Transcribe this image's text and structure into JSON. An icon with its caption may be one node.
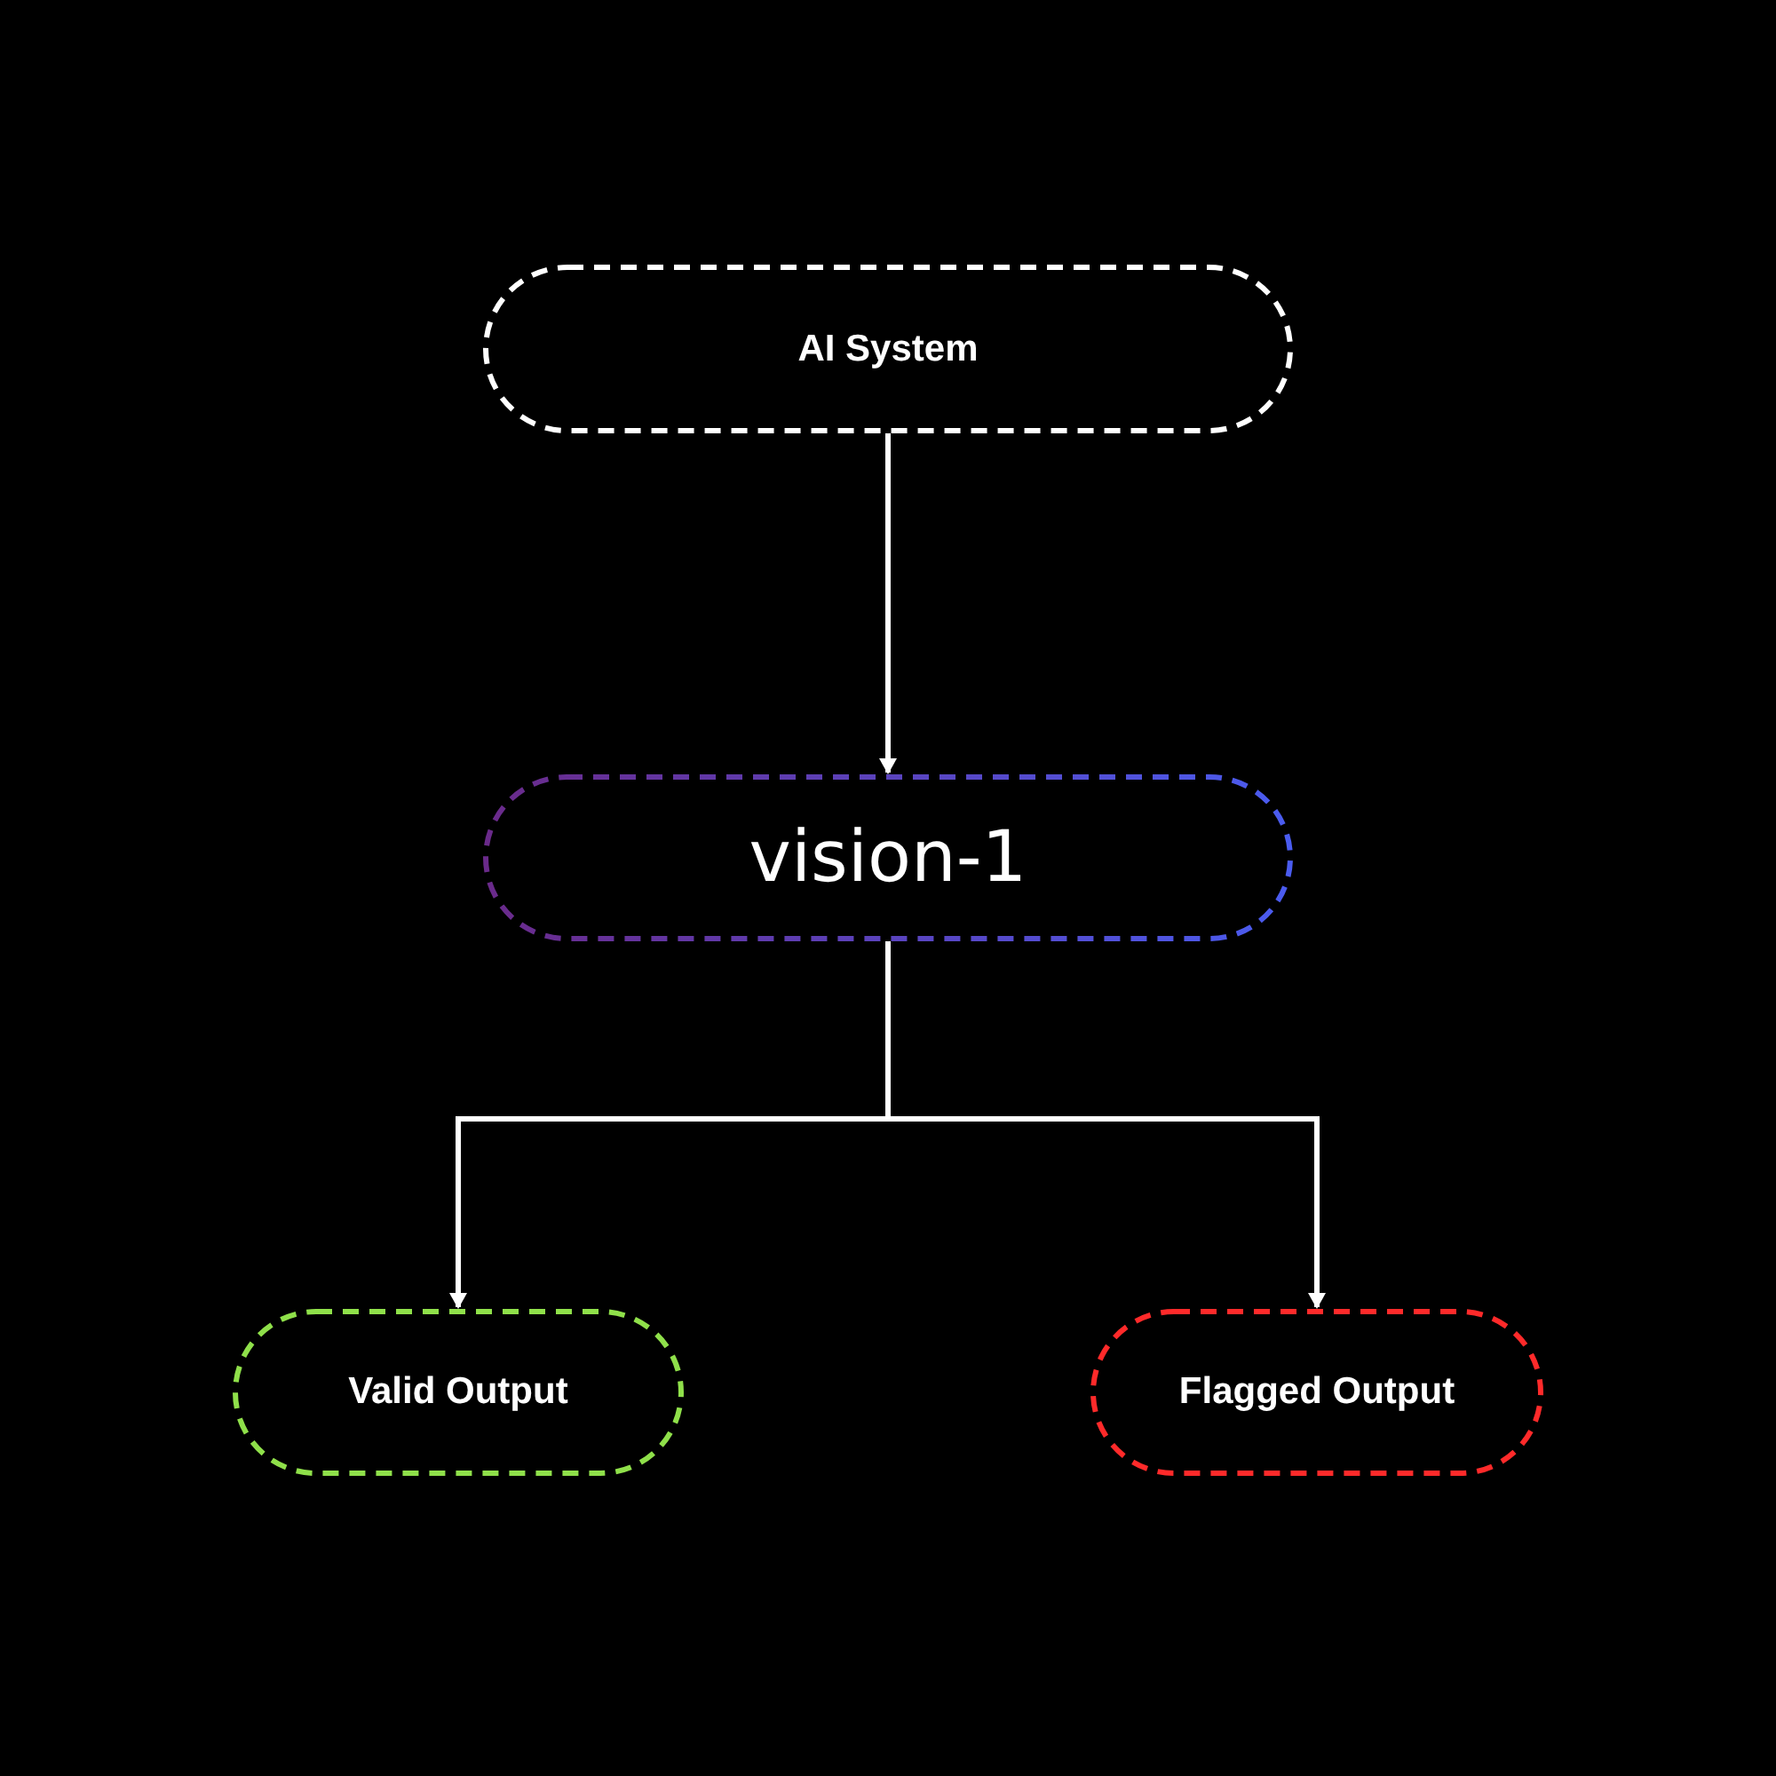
{
  "diagram": {
    "nodes": [
      {
        "text": [
          "AI System"
        ]
      },
      {
        "text": [
          "vision-1"
        ]
      },
      {
        "text": [
          "Valid Output"
        ]
      },
      {
        "text": [
          "Flagged Output"
        ]
      }
    ],
    "edges": [
      {
        "from": 0,
        "to": 1,
        "arrow": "to"
      },
      {
        "from": 1,
        "to": 2,
        "arrow": "to"
      },
      {
        "from": 1,
        "to": 3,
        "arrow": "to"
      }
    ]
  }
}
